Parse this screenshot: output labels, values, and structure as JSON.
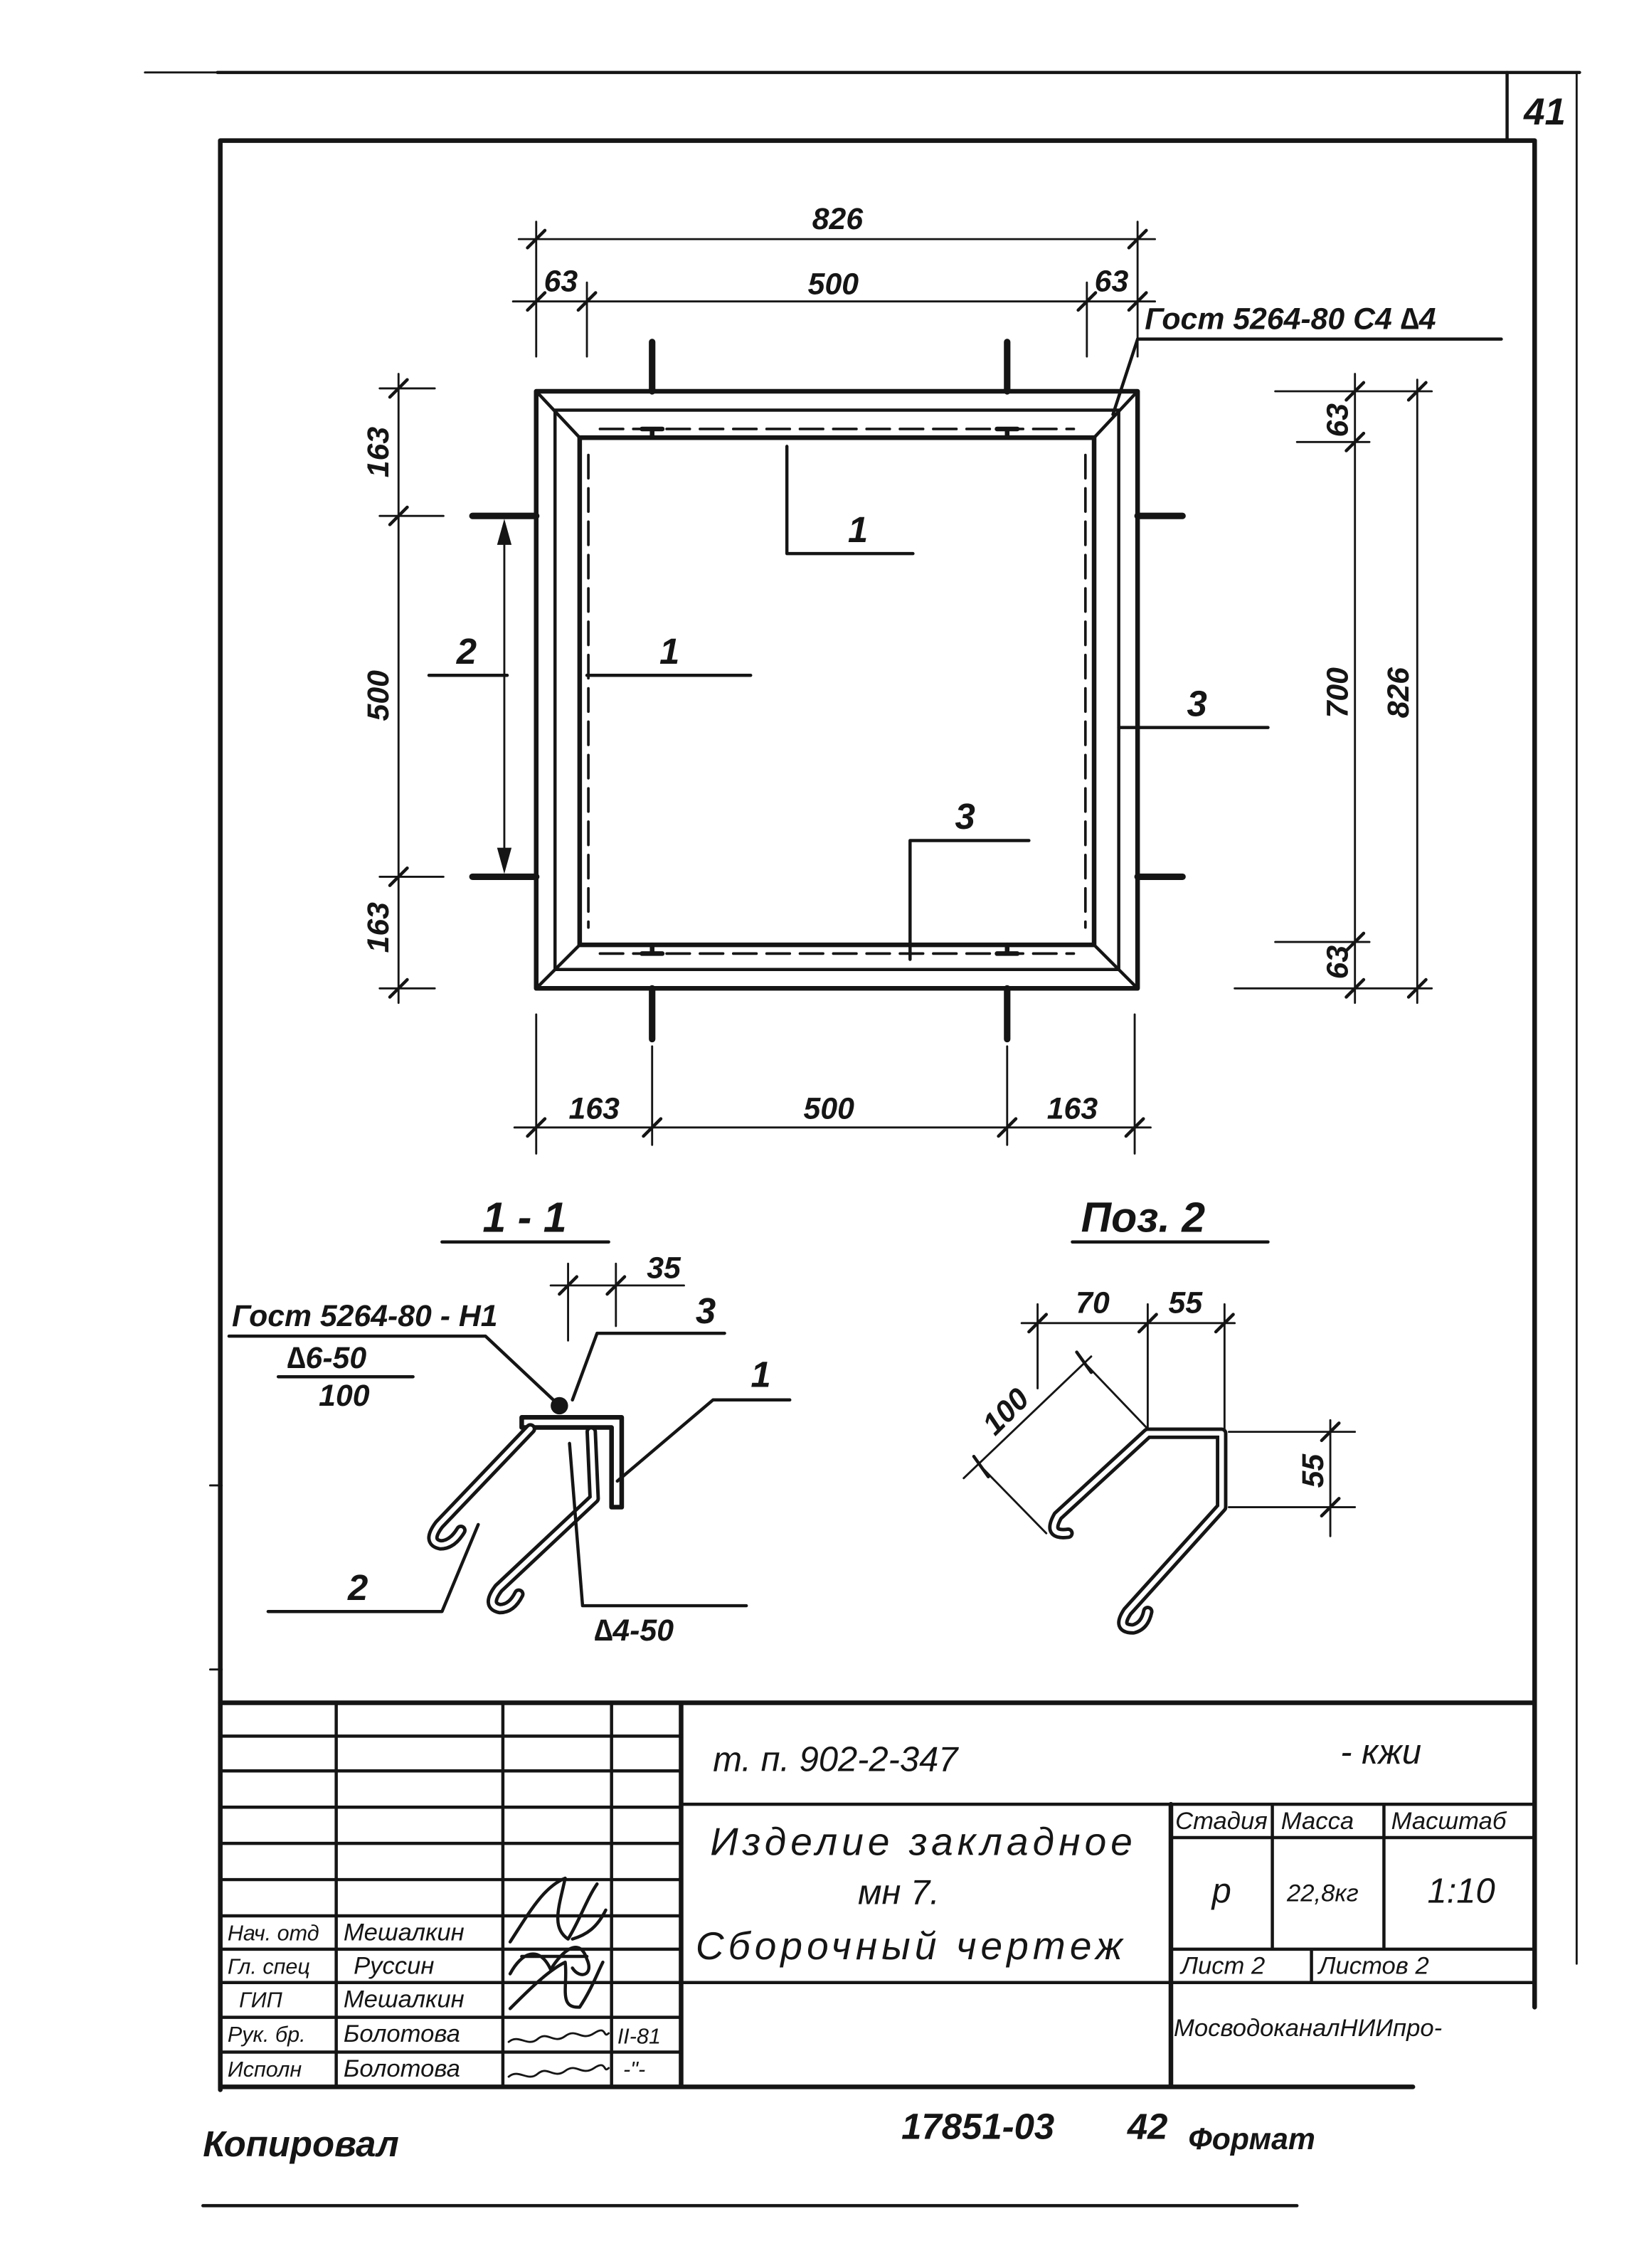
{
  "sheet_number": "41",
  "plan": {
    "dims_top": {
      "overall": "826",
      "left": "63",
      "middle": "500",
      "right": "63"
    },
    "weld_note": "Гост 5264-80 С4 ∆4",
    "dims_left": {
      "top": "163",
      "middle": "500",
      "bottom": "163"
    },
    "dims_right": {
      "top": "63",
      "middle": "700",
      "bottom": "63",
      "overall": "826"
    },
    "dims_bottom": {
      "left": "163",
      "middle": "500",
      "right": "163"
    },
    "labels": {
      "pos1_top": "1",
      "pos1_left": "1",
      "pos2": "2",
      "pos3_inner": "3",
      "pos3_right": "3"
    }
  },
  "section_1_1": {
    "title": "1 - 1",
    "dim_width": "35",
    "weld_note": "Гост 5264-80 - Н1",
    "weld_size": "∆6-50",
    "weld_pitch": "100",
    "label_pos3": "3",
    "label_pos1": "1",
    "label_pos2": "2",
    "weld_note_2": "∆4-50"
  },
  "pos_2": {
    "title": "Поз. 2",
    "dim_left": "70",
    "dim_right": "55",
    "dim_diagonal": "100",
    "dim_height": "55"
  },
  "title_block": {
    "project_code": "т. п. 902-2-347",
    "mark": "- кжи",
    "name_line1": "Изделие закладное",
    "name_line2": "мн 7.",
    "name_line3": "Сборочный чертеж",
    "stage_header": "Стадия",
    "mass_header": "Масса",
    "scale_header": "Масштаб",
    "stage": "р",
    "mass": "22,8кг",
    "scale": "1:10",
    "sheet": "Лист 2",
    "sheets": "Листов 2",
    "organization": "МосводоканалНИИпро-",
    "signatories": [
      {
        "role": "Нач. отд",
        "name": "Мешалкин"
      },
      {
        "role": "Гл. спец",
        "name": "Руссин"
      },
      {
        "role": "ГИП",
        "name": "Мешалкин"
      },
      {
        "role": "Рук. бр.",
        "name": "Болотова",
        "date": "II-81"
      },
      {
        "role": "Исполн",
        "name": "Болотова",
        "date": "-\"-"
      }
    ]
  },
  "footer": {
    "copied_label": "Копировал",
    "archive_number": "17851-03",
    "page": "42",
    "format_label": "Формат"
  }
}
